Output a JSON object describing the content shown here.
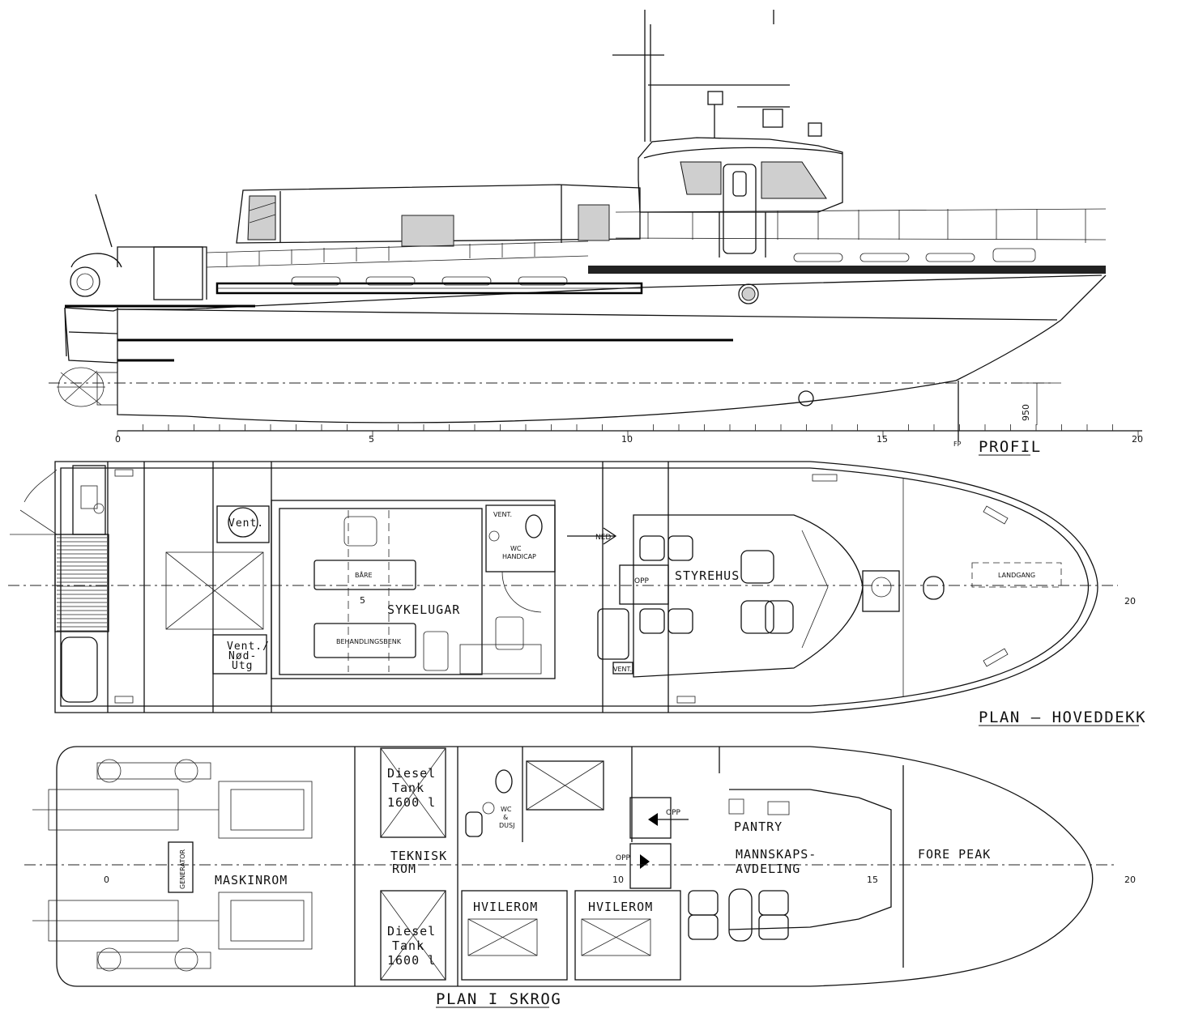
{
  "views": {
    "profile": {
      "title": "PROFIL",
      "fp": "FP",
      "dim_950": "950",
      "scale_ticks": [
        "0",
        "5",
        "10",
        "15",
        "20"
      ]
    },
    "main_deck": {
      "title": "PLAN – HOVEDDEKK",
      "labels": {
        "vent": "Vent.",
        "vent_emergency": [
          "Vent./",
          "Nød-",
          "Utg"
        ],
        "bare": "BÅRE",
        "five": "5",
        "sykelugar": "SYKELUGAR",
        "behandlingsbenk": "BEHANDLINGSBENK",
        "vent_small": "VENT.",
        "wc_handicap": [
          "WC",
          "HANDICAP"
        ],
        "ned": "NED",
        "opp": "OPP",
        "styrehus": "STYREHUS",
        "vent_small_2": "VENT.",
        "landgang": "LANDGANG",
        "twenty": "20"
      }
    },
    "hull": {
      "title": "PLAN I SKROG",
      "labels": {
        "diesel_tank_top": [
          "Diesel",
          "Tank",
          "1600 l"
        ],
        "diesel_tank_bottom": [
          "Diesel",
          "Tank",
          "1600 l"
        ],
        "teknisk_rom": [
          "TEKNISK",
          "ROM"
        ],
        "wc_dusj": [
          "WC",
          "&",
          "DUSJ"
        ],
        "opp_top": "OPP",
        "opp_mid": "OPP",
        "pantry": "PANTRY",
        "mannskaps": [
          "MANNSKAPS-",
          "AVDELING"
        ],
        "fore_peak": "FORE PEAK",
        "maskinrom": "MASKINROM",
        "generator": "GENERATOR",
        "hvilerom_1": "HVILEROM",
        "hvilerom_2": "HVILEROM",
        "zero": "0",
        "ten": "10",
        "fifteen": "15",
        "twenty": "20"
      }
    }
  },
  "colors": {
    "line": "#111111",
    "fill_gray": "#cfcfcf",
    "background": "#ffffff"
  }
}
